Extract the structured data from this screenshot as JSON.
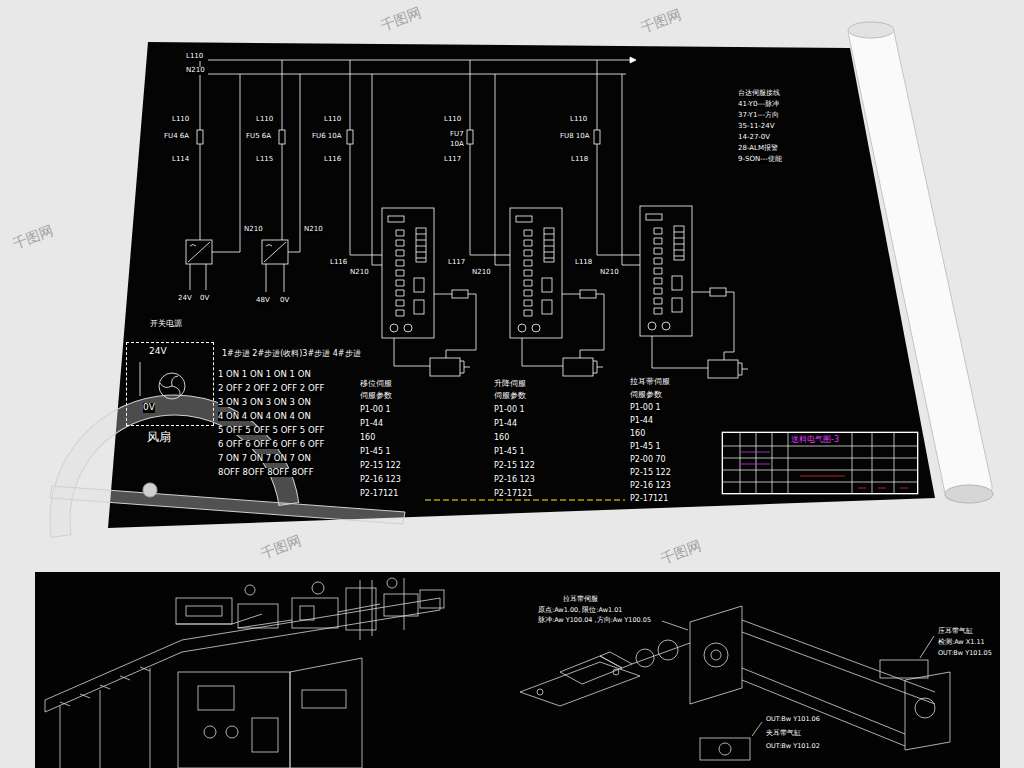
{
  "diagram": {
    "nodes": [
      {
        "text": [
          "24V",
          "0V",
          "风扇"
        ]
      },
      {
        "text": [
          "送料电气图-3"
        ]
      }
    ],
    "labels": [
      "L110",
      "N210",
      "L110",
      "FU4 6A",
      "L114",
      "L110",
      "FU5 6A",
      "L115",
      "L110",
      "FU6 10A",
      "L116",
      "L110",
      "FU7",
      "10A",
      "L117",
      "L110",
      "FU8 10A",
      "L118",
      "N210",
      "N210",
      "24V",
      "0V",
      "48V",
      "0V",
      "开关电源",
      "L116",
      "N210",
      "L117",
      "N210",
      "L118",
      "N210",
      "台达伺服接线",
      "41-Y0---脉冲",
      "37-Y1---方向",
      "35-11-24V",
      "14-27-0V",
      "28-ALM报警",
      "9-SON---使能",
      "1#步进 2#步进(收料)3#步进 4#步进",
      "1 ON 1 ON 1 ON 1 ON",
      "2 OFF 2 OFF 2 OFF 2 OFF",
      "3 ON 3 ON 3 ON 3 ON",
      "4 ON 4 ON 4 ON 4 ON",
      "5 OFF 5 OFF 5 OFF 5 OFF",
      "6 OFF 6 OFF 6 OFF 6 OFF",
      "7 ON 7 ON 7 ON 7 ON",
      "8OFF 8OFF 8OFF 8OFF",
      "移位伺服",
      "伺服参数",
      "P1-00 1",
      "P1-44",
      "160",
      "P1-45 1",
      "P2-15 122",
      "P2-16 123",
      "P2-17121",
      "升降伺服",
      "伺服参数",
      "P1-00 1",
      "P1-44",
      "160",
      "P1-45 1",
      "P2-15 122",
      "P2-16 123",
      "P2-17121",
      "拉耳带伺服",
      "伺服参数",
      "P1-00 1",
      "P1-44",
      "160",
      "P1-45 1",
      "P2-00 70",
      "P2-15 122",
      "P2-16 123",
      "P2-17121",
      "拉耳带伺服",
      "原点:Aw1.00, 限位:Aw1.01",
      "脉冲:Aw Y100.04 ,方向:Aw Y100.05",
      "压耳带气缸",
      "检测:Aw X1.11",
      "OUT:Bw Y101.05",
      "OUT:Bw Y101.06",
      "夹耳带气缸",
      "OUT:Bw Y101.02",
      "千图网",
      "千图网",
      "千图网",
      "千图网",
      "千图网"
    ]
  }
}
